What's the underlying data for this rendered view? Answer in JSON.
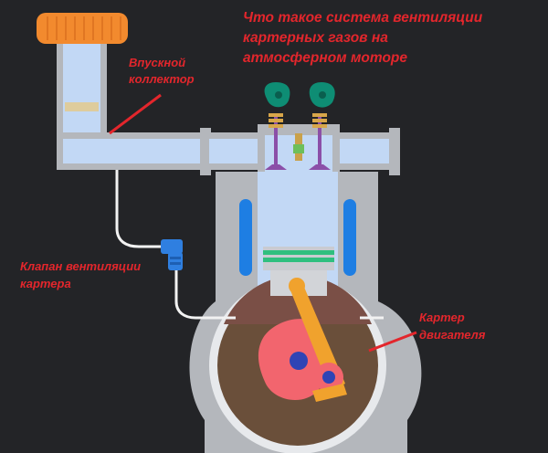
{
  "title": {
    "lines": [
      "Что такое система вентиляции",
      "картерных газов на",
      "атмосферном моторе"
    ]
  },
  "labels": {
    "intake_manifold": [
      "Впускной",
      "коллектор"
    ],
    "pcv_valve": [
      "Клапан вентиляции",
      "картера"
    ],
    "crankcase": [
      "Картер",
      "двигателя"
    ]
  },
  "colors": {
    "background": "#232427",
    "label_red": "#e3262c",
    "housing_gray": "#b4b7bc",
    "air_blue": "#c2d8f5",
    "oil_cap_orange": "#f28a2e",
    "coolant_blue": "#1e7ee3",
    "piston_ring_green": "#2fbf7f",
    "cam_teal": "#0e8d74",
    "crank_pink": "#f2656e",
    "crank_hub_blue": "#2f44b5",
    "conrod_orange": "#f0a22d",
    "oil_brown": "#5a4433",
    "pcv_blue": "#2f7fe0",
    "hose_white": "#f2f2f2"
  }
}
